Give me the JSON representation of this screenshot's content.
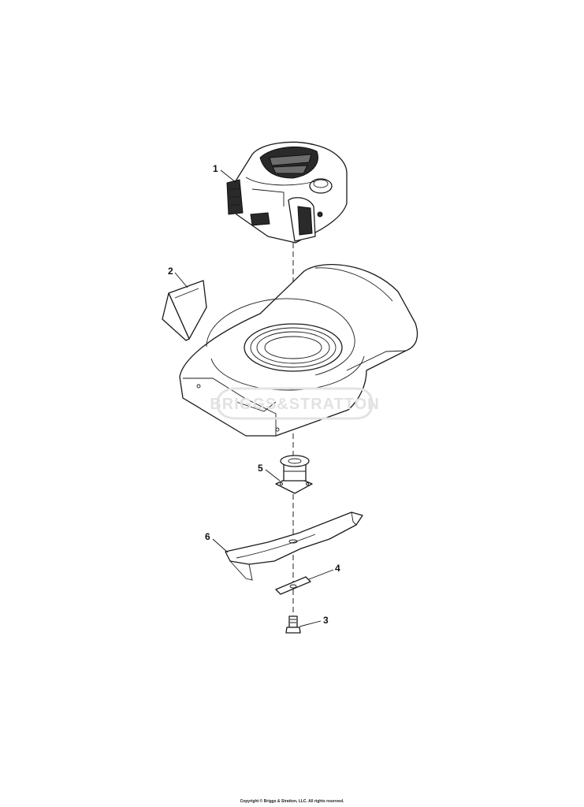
{
  "callouts": [
    {
      "id": "1",
      "label": "1",
      "part": "engine"
    },
    {
      "id": "2",
      "label": "2",
      "part": "grass-deflector"
    },
    {
      "id": "3",
      "label": "3",
      "part": "blade-bolt"
    },
    {
      "id": "4",
      "label": "4",
      "part": "blade-washer"
    },
    {
      "id": "5",
      "label": "5",
      "part": "blade-adapter"
    },
    {
      "id": "6",
      "label": "6",
      "part": "blade"
    }
  ],
  "watermark": {
    "text": "BRIGGS&STRATTON"
  },
  "footer": {
    "copyright": "Copyright © Briggs & Stratton, LLC. All rights reserved."
  }
}
